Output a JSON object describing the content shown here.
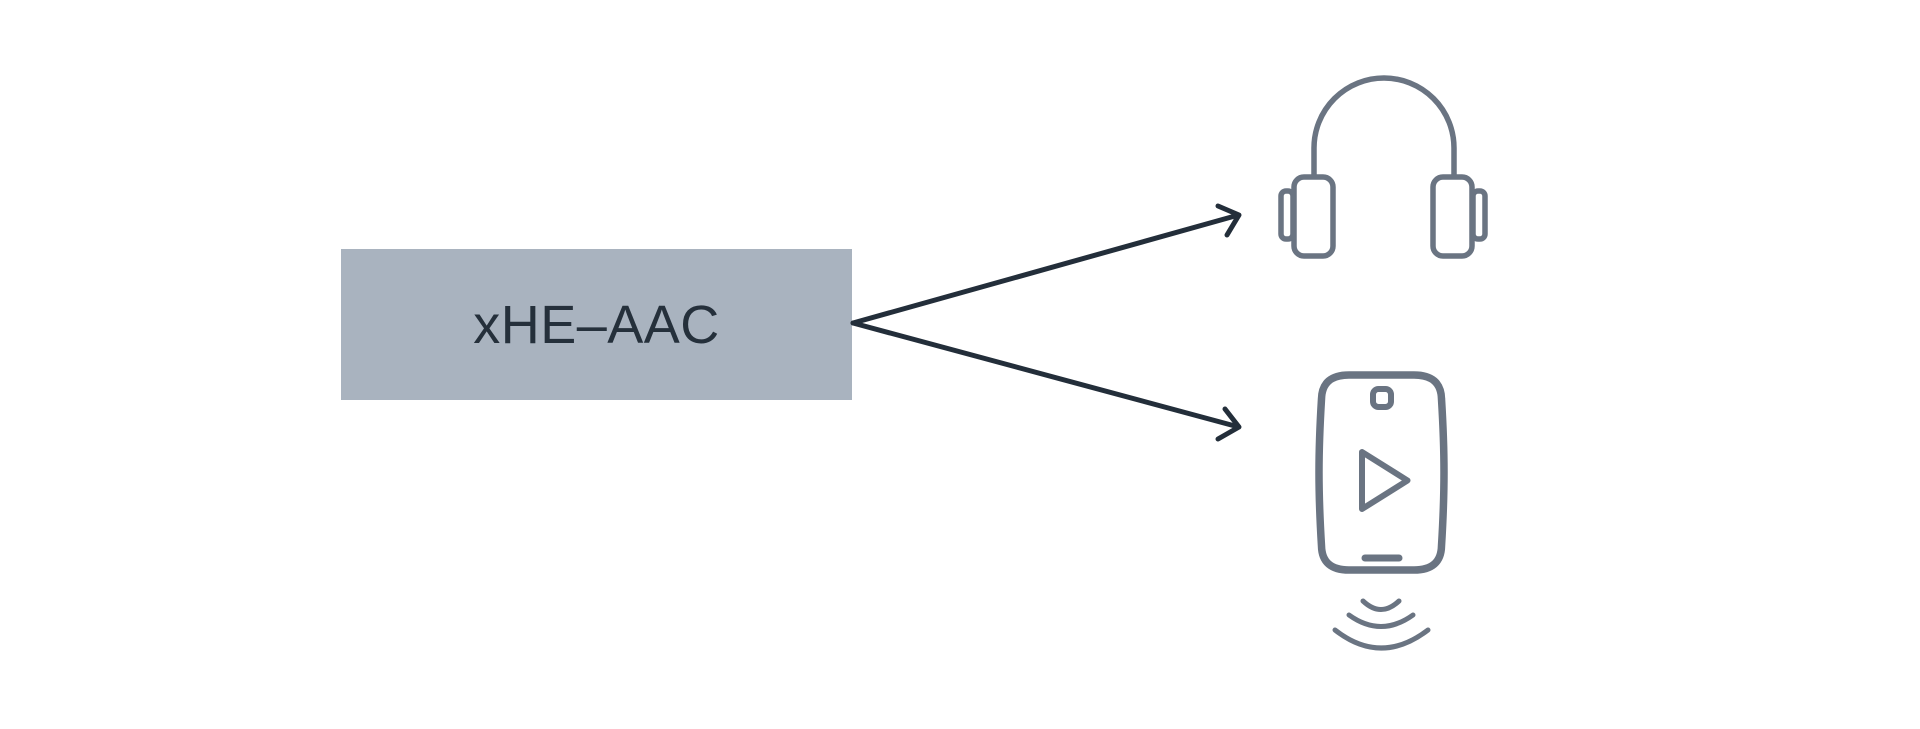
{
  "diagram": {
    "codec_label": "xHE–AAC",
    "nodes": {
      "source": {
        "label": "xHE–AAC",
        "shape": "filled-rectangle"
      },
      "target_top": {
        "icon": "headphones-icon"
      },
      "target_bottom": {
        "icon": "portable-player-speaker-icon"
      }
    },
    "connections": [
      {
        "from": "source",
        "to": "target_top",
        "style": "arrow"
      },
      {
        "from": "source",
        "to": "target_bottom",
        "style": "arrow"
      }
    ]
  },
  "colors": {
    "background": "#ffffff",
    "box_fill": "#a9b3bf",
    "box_text": "#25303b",
    "arrow": "#232e3a",
    "icon": "#6a7482"
  }
}
